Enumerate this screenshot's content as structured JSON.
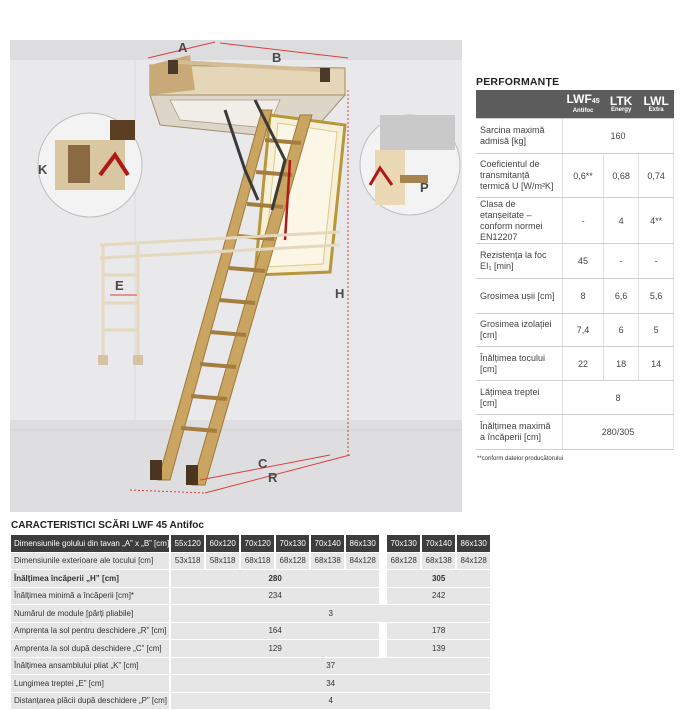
{
  "diagram": {
    "labels": {
      "a": "A",
      "b": "B",
      "k": "K",
      "e": "E",
      "h": "H",
      "c": "C",
      "r": "R",
      "p": "P"
    }
  },
  "performance": {
    "title": "PERFORMANȚE",
    "products": [
      {
        "name": "LWF",
        "sub_num": "45",
        "tag": "Antifoc"
      },
      {
        "name": "LTK",
        "sub_num": "",
        "tag": "Energy"
      },
      {
        "name": "LWL",
        "sub_num": "",
        "tag": "Extra"
      }
    ],
    "rows": [
      {
        "label": "Sarcina maximă admisă [kg]",
        "values": [
          "160"
        ],
        "merged": true
      },
      {
        "label": "Coeficientul de transmitanță termică U [W/m²K]",
        "values": [
          "0,6**",
          "0,68",
          "0,74"
        ],
        "merged": false
      },
      {
        "label": "Clasa de etanșeitate – conform normei EN12207",
        "values": [
          "-",
          "4",
          "4**"
        ],
        "merged": false
      },
      {
        "label": "Rezistența la foc EI₁ [min]",
        "values": [
          "45",
          "-",
          "-"
        ],
        "merged": false
      },
      {
        "label": "Grosimea ușii [cm]",
        "values": [
          "8",
          "6,6",
          "5,6"
        ],
        "merged": false
      },
      {
        "label": "Grosimea izolației [cm]",
        "values": [
          "7,4",
          "6",
          "5"
        ],
        "merged": false
      },
      {
        "label": "Înălțimea tocului [cm]",
        "values": [
          "22",
          "18",
          "14"
        ],
        "merged": false
      },
      {
        "label": "Lățimea treptei [cm]",
        "values": [
          "8"
        ],
        "merged": true
      },
      {
        "label": "Înălțimea maximă a încăperii [cm]",
        "values": [
          "280/305"
        ],
        "merged": true
      }
    ],
    "footnote": "**conform datelor producătorului"
  },
  "specs": {
    "title": "CARACTERISTICI SCĂRI LWF 45 Antifoc",
    "header_label": "Dimensiunile golului din tavan „A” x „B” [cm]",
    "sizes": [
      "55x120",
      "60x120",
      "70x120",
      "70x130",
      "70x140",
      "86x130",
      "70x130",
      "70x140",
      "86x130"
    ],
    "ext_label": "Dimensiunile exterioare ale tocului [cm]",
    "ext_sizes": [
      "53x118",
      "58x118",
      "68x118",
      "68x128",
      "68x138",
      "84x128",
      "68x128",
      "68x138",
      "84x128"
    ],
    "rows": [
      {
        "label": "Înălțimea încăperii „H” [cm]",
        "left": "280",
        "right": "305",
        "bold": true
      },
      {
        "label": "Înălțimea minimă a încăperii [cm]*",
        "left": "234",
        "right": "242"
      },
      {
        "label": "Numărul de module [părți pliabile]",
        "all": "3"
      },
      {
        "label": "Amprenta la sol pentru deschidere „R” [cm]",
        "left": "164",
        "right": "178"
      },
      {
        "label": "Amprenta la sol după deschidere „C” [cm]",
        "left": "129",
        "right": "139"
      },
      {
        "label": "Înălțimea ansamblului pliat „K” [cm]",
        "all": "37"
      },
      {
        "label": "Lungimea treptei „E” [cm]",
        "all": "34"
      },
      {
        "label": "Distanțarea plăcii după deschidere „P” [cm]",
        "all": "4"
      }
    ]
  }
}
